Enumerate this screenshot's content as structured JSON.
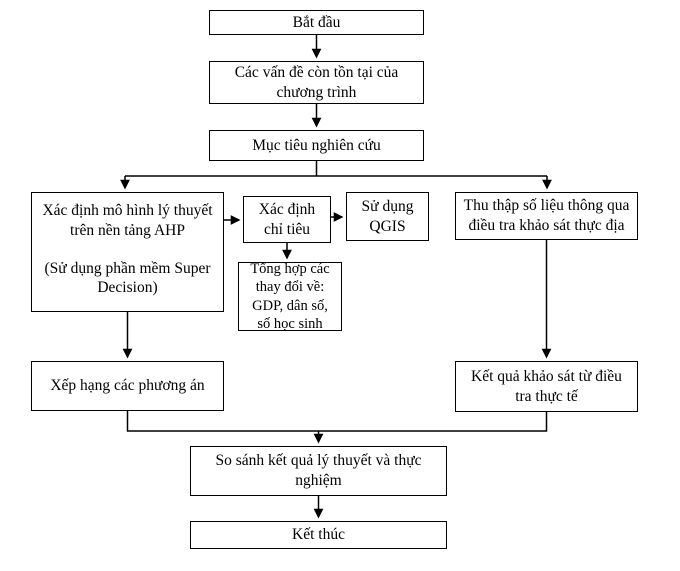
{
  "flowchart": {
    "nodes": {
      "start": "Bắt đầu",
      "problems": "Các vấn đề còn tồn tại của chương trình",
      "objective": "Mục tiêu nghiên cứu",
      "ahp_line1": "Xác định mô hình lý thuyết trên nền tảng AHP",
      "ahp_line2": "(Sử dụng phần mềm Super Decision)",
      "criteria": "Xác định chỉ tiêu",
      "qgis": "Sử dụng QGIS",
      "collect": "Thu thập số liệu thông qua điều tra khảo sát thực địa",
      "changes": "Tổng hợp các thay đổi về: GDP, dân số, số học sinh",
      "ranking": "Xếp hạng các phương án",
      "survey": "Kết quả khảo sát từ điều tra thực tế",
      "compare": "So sánh kết quả lý thuyết và thực nghiệm",
      "end": "Kết thúc"
    },
    "colors": {
      "border": "#000000",
      "text": "#000000",
      "background": "#ffffff"
    }
  }
}
